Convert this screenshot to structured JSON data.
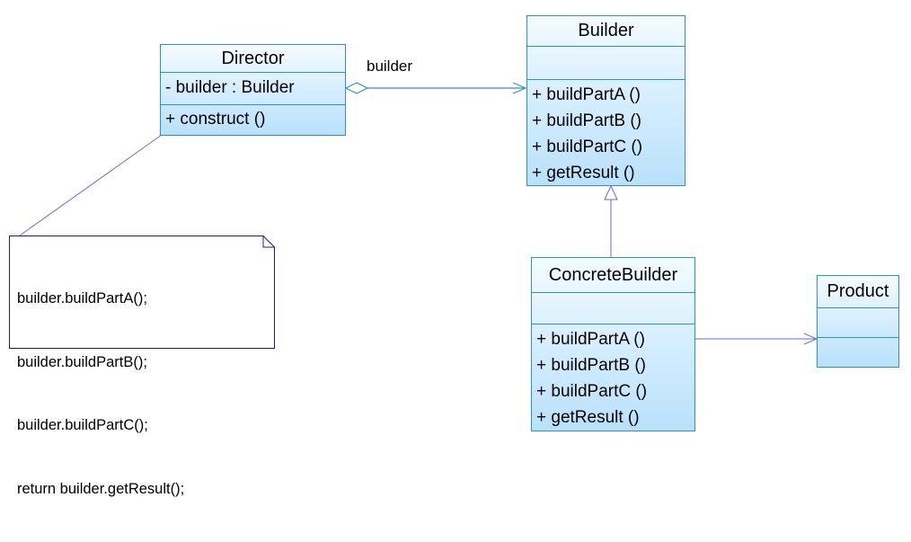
{
  "diagram": {
    "classes": {
      "director": {
        "name": "Director",
        "attributes": [
          "- builder : Builder"
        ],
        "operations": [
          "+ construct ()"
        ]
      },
      "builder": {
        "name": "Builder",
        "attributes": [],
        "operations": [
          "+ buildPartA ()",
          "+ buildPartB ()",
          "+ buildPartC ()",
          "+ getResult ()"
        ]
      },
      "concrete_builder": {
        "name": "ConcreteBuilder",
        "attributes": [],
        "operations": [
          "+ buildPartA ()",
          "+ buildPartB ()",
          "+ buildPartC ()",
          "+ getResult ()"
        ]
      },
      "product": {
        "name": "Product",
        "attributes": [],
        "operations": []
      }
    },
    "association_label": "builder",
    "note_lines": [
      "builder.buildPartA();",
      "builder.buildPartB();",
      "builder.buildPartC();",
      "return builder.getResult();"
    ],
    "colors": {
      "class_border": "#2e8ece",
      "note_border": "#1a1a8c",
      "relation_line": "#6a6ad8"
    }
  }
}
